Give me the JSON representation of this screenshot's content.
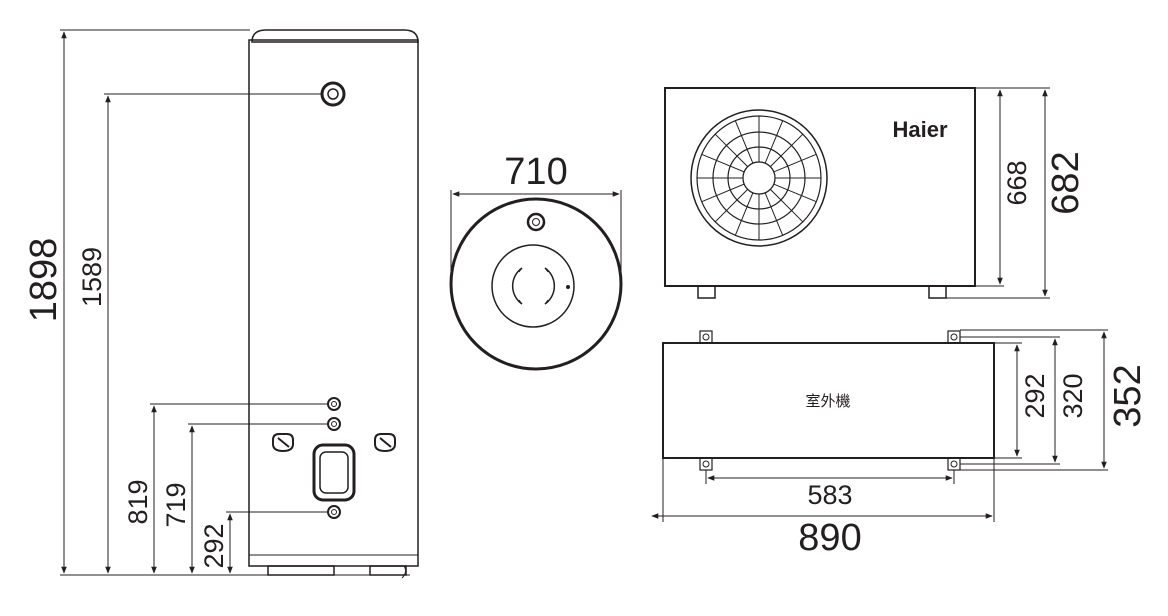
{
  "tank_front": {
    "height": "1898",
    "upper_connection_height": "1589",
    "connection_a_height": "819",
    "connection_b_height": "719",
    "lower_connection_height": "292"
  },
  "tank_top": {
    "diameter": "710"
  },
  "outdoor_unit_front": {
    "brand": "Haier",
    "height_body": "668",
    "height_total": "682"
  },
  "outdoor_unit_top": {
    "label": "室外機",
    "depth_body": "292",
    "depth_feet": "320",
    "depth_total": "352",
    "feet_spacing": "583",
    "width": "890"
  },
  "colors": {
    "line": "#231f20",
    "background": "#ffffff"
  }
}
